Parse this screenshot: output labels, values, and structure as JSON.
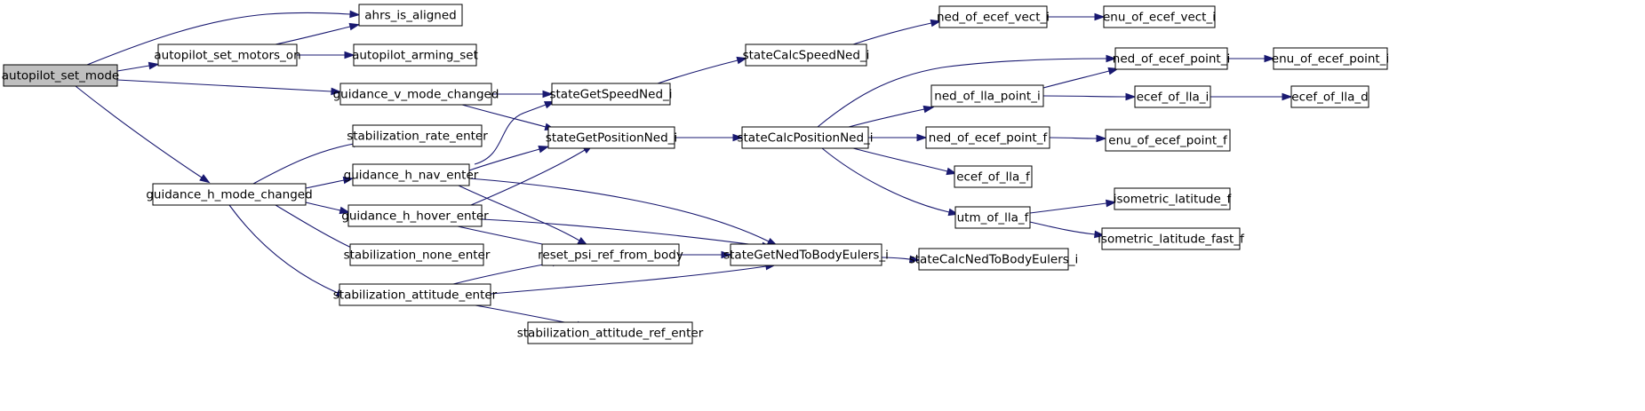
{
  "graph": {
    "nodes": [
      {
        "id": "autopilot_set_mode",
        "label": "autopilot_set_mode",
        "root": true
      },
      {
        "id": "ahrs_is_aligned",
        "label": "ahrs_is_aligned"
      },
      {
        "id": "autopilot_set_motors_on",
        "label": "autopilot_set_motors_on"
      },
      {
        "id": "autopilot_arming_set",
        "label": "autopilot_arming_set"
      },
      {
        "id": "guidance_v_mode_changed",
        "label": "guidance_v_mode_changed"
      },
      {
        "id": "guidance_h_mode_changed",
        "label": "guidance_h_mode_changed"
      },
      {
        "id": "stabilization_rate_enter",
        "label": "stabilization_rate_enter"
      },
      {
        "id": "guidance_h_nav_enter",
        "label": "guidance_h_nav_enter"
      },
      {
        "id": "guidance_h_hover_enter",
        "label": "guidance_h_hover_enter"
      },
      {
        "id": "stabilization_none_enter",
        "label": "stabilization_none_enter"
      },
      {
        "id": "stabilization_attitude_enter",
        "label": "stabilization_attitude_enter"
      },
      {
        "id": "stateGetSpeedNed_i",
        "label": "stateGetSpeedNed_i"
      },
      {
        "id": "stateGetPositionNed_i",
        "label": "stateGetPositionNed_i"
      },
      {
        "id": "reset_psi_ref_from_body",
        "label": "reset_psi_ref_from_body"
      },
      {
        "id": "stabilization_attitude_ref_enter",
        "label": "stabilization_attitude_ref_enter"
      },
      {
        "id": "stateCalcSpeedNed_i",
        "label": "stateCalcSpeedNed_i"
      },
      {
        "id": "stateCalcPositionNed_i",
        "label": "stateCalcPositionNed_i"
      },
      {
        "id": "stateGetNedToBodyEulers_i",
        "label": "stateGetNedToBodyEulers_i"
      },
      {
        "id": "ned_of_ecef_vect_i",
        "label": "ned_of_ecef_vect_i"
      },
      {
        "id": "ned_of_lla_point_i",
        "label": "ned_of_lla_point_i"
      },
      {
        "id": "ned_of_ecef_point_f",
        "label": "ned_of_ecef_point_f"
      },
      {
        "id": "ecef_of_lla_f",
        "label": "ecef_of_lla_f"
      },
      {
        "id": "utm_of_lla_f",
        "label": "utm_of_lla_f"
      },
      {
        "id": "stateCalcNedToBodyEulers_i",
        "label": "stateCalcNedToBodyEulers_i"
      },
      {
        "id": "enu_of_ecef_vect_i",
        "label": "enu_of_ecef_vect_i"
      },
      {
        "id": "ned_of_ecef_point_i",
        "label": "ned_of_ecef_point_i"
      },
      {
        "id": "ecef_of_lla_i",
        "label": "ecef_of_lla_i"
      },
      {
        "id": "enu_of_ecef_point_f",
        "label": "enu_of_ecef_point_f"
      },
      {
        "id": "isometric_latitude_f",
        "label": "isometric_latitude_f"
      },
      {
        "id": "isometric_latitude_fast_f",
        "label": "isometric_latitude_fast_f"
      },
      {
        "id": "enu_of_ecef_point_i",
        "label": "enu_of_ecef_point_i"
      },
      {
        "id": "ecef_of_lla_d",
        "label": "ecef_of_lla_d"
      }
    ],
    "edges": [
      {
        "from": "autopilot_set_mode",
        "to": "ahrs_is_aligned"
      },
      {
        "from": "autopilot_set_mode",
        "to": "autopilot_set_motors_on"
      },
      {
        "from": "autopilot_set_mode",
        "to": "guidance_v_mode_changed"
      },
      {
        "from": "autopilot_set_mode",
        "to": "guidance_h_mode_changed"
      },
      {
        "from": "autopilot_set_motors_on",
        "to": "ahrs_is_aligned"
      },
      {
        "from": "autopilot_set_motors_on",
        "to": "autopilot_arming_set"
      },
      {
        "from": "guidance_v_mode_changed",
        "to": "stateGetSpeedNed_i"
      },
      {
        "from": "guidance_v_mode_changed",
        "to": "stateGetPositionNed_i"
      },
      {
        "from": "guidance_h_mode_changed",
        "to": "stabilization_rate_enter"
      },
      {
        "from": "guidance_h_mode_changed",
        "to": "guidance_h_nav_enter"
      },
      {
        "from": "guidance_h_mode_changed",
        "to": "guidance_h_hover_enter"
      },
      {
        "from": "guidance_h_mode_changed",
        "to": "stabilization_none_enter"
      },
      {
        "from": "guidance_h_mode_changed",
        "to": "stabilization_attitude_enter"
      },
      {
        "from": "guidance_h_nav_enter",
        "to": "stateGetSpeedNed_i"
      },
      {
        "from": "guidance_h_nav_enter",
        "to": "stateGetPositionNed_i"
      },
      {
        "from": "guidance_h_nav_enter",
        "to": "reset_psi_ref_from_body"
      },
      {
        "from": "guidance_h_nav_enter",
        "to": "stateGetNedToBodyEulers_i"
      },
      {
        "from": "guidance_h_hover_enter",
        "to": "stateGetPositionNed_i"
      },
      {
        "from": "guidance_h_hover_enter",
        "to": "reset_psi_ref_from_body"
      },
      {
        "from": "guidance_h_hover_enter",
        "to": "stateGetNedToBodyEulers_i"
      },
      {
        "from": "stabilization_attitude_enter",
        "to": "reset_psi_ref_from_body"
      },
      {
        "from": "stabilization_attitude_enter",
        "to": "stateGetNedToBodyEulers_i"
      },
      {
        "from": "stabilization_attitude_enter",
        "to": "stabilization_attitude_ref_enter"
      },
      {
        "from": "stateGetSpeedNed_i",
        "to": "stateCalcSpeedNed_i"
      },
      {
        "from": "stateGetPositionNed_i",
        "to": "stateCalcPositionNed_i"
      },
      {
        "from": "reset_psi_ref_from_body",
        "to": "stateGetNedToBodyEulers_i"
      },
      {
        "from": "stateCalcSpeedNed_i",
        "to": "ned_of_ecef_vect_i"
      },
      {
        "from": "ned_of_ecef_vect_i",
        "to": "enu_of_ecef_vect_i"
      },
      {
        "from": "stateCalcPositionNed_i",
        "to": "ned_of_ecef_point_i"
      },
      {
        "from": "stateCalcPositionNed_i",
        "to": "ned_of_lla_point_i"
      },
      {
        "from": "stateCalcPositionNed_i",
        "to": "ned_of_ecef_point_f"
      },
      {
        "from": "stateCalcPositionNed_i",
        "to": "ecef_of_lla_f"
      },
      {
        "from": "stateCalcPositionNed_i",
        "to": "utm_of_lla_f"
      },
      {
        "from": "ned_of_lla_point_i",
        "to": "ned_of_ecef_point_i"
      },
      {
        "from": "ned_of_lla_point_i",
        "to": "ecef_of_lla_i"
      },
      {
        "from": "ned_of_ecef_point_i",
        "to": "enu_of_ecef_point_i"
      },
      {
        "from": "ecef_of_lla_i",
        "to": "ecef_of_lla_d"
      },
      {
        "from": "ned_of_ecef_point_f",
        "to": "enu_of_ecef_point_f"
      },
      {
        "from": "utm_of_lla_f",
        "to": "isometric_latitude_f"
      },
      {
        "from": "utm_of_lla_f",
        "to": "isometric_latitude_fast_f"
      },
      {
        "from": "stateGetNedToBodyEulers_i",
        "to": "stateCalcNedToBodyEulers_i"
      }
    ]
  }
}
